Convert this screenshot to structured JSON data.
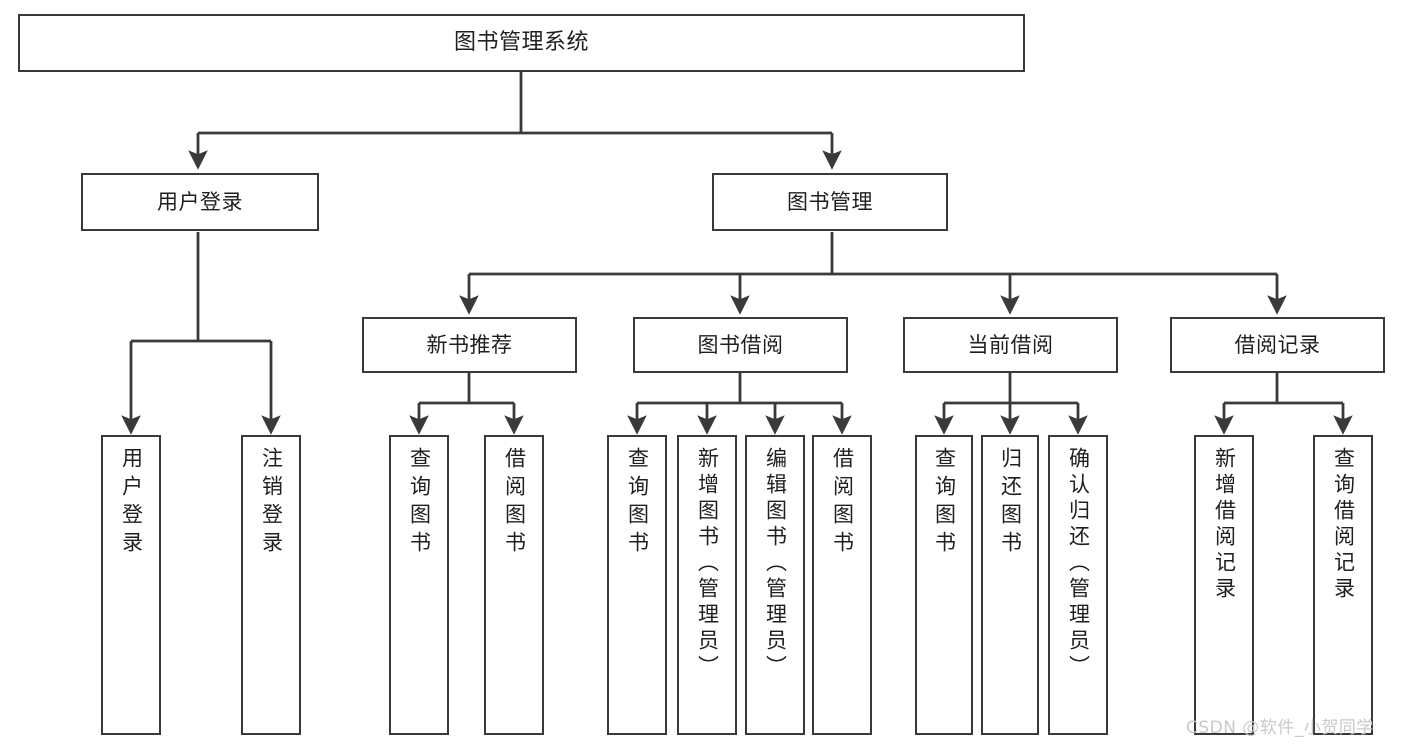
{
  "diagram": {
    "type": "tree",
    "title": "图书管理系统",
    "orientation": "top-down",
    "colors": {
      "box_border": "#3a3a3a",
      "box_fill": "#ffffff",
      "connector": "#3a3a3a",
      "text": "#1f1f1f",
      "watermark": "#c9c9c9"
    },
    "levels": 3
  },
  "root": {
    "label": "图书管理系统"
  },
  "level2": [
    {
      "label": "用户登录"
    },
    {
      "label": "图书管理"
    }
  ],
  "level3": [
    {
      "label": "新书推荐"
    },
    {
      "label": "图书借阅"
    },
    {
      "label": "当前借阅"
    },
    {
      "label": "借阅记录"
    }
  ],
  "leaves": {
    "user_login": [
      {
        "label": "用户登录"
      },
      {
        "label": "注销登录"
      }
    ],
    "new_book_recommend": [
      {
        "label": "查询图书"
      },
      {
        "label": "借阅图书"
      }
    ],
    "book_borrow": [
      {
        "label": "查询图书"
      },
      {
        "label": "新增图书（管理员）"
      },
      {
        "label": "编辑图书（管理员）"
      },
      {
        "label": "借阅图书"
      }
    ],
    "current_borrow": [
      {
        "label": "查询图书"
      },
      {
        "label": "归还图书"
      },
      {
        "label": "确认归还（管理员）"
      }
    ],
    "borrow_record": [
      {
        "label": "新增借阅记录"
      },
      {
        "label": "查询借阅记录"
      }
    ]
  },
  "watermark": {
    "text": "CSDN @软件_小贺同学"
  }
}
